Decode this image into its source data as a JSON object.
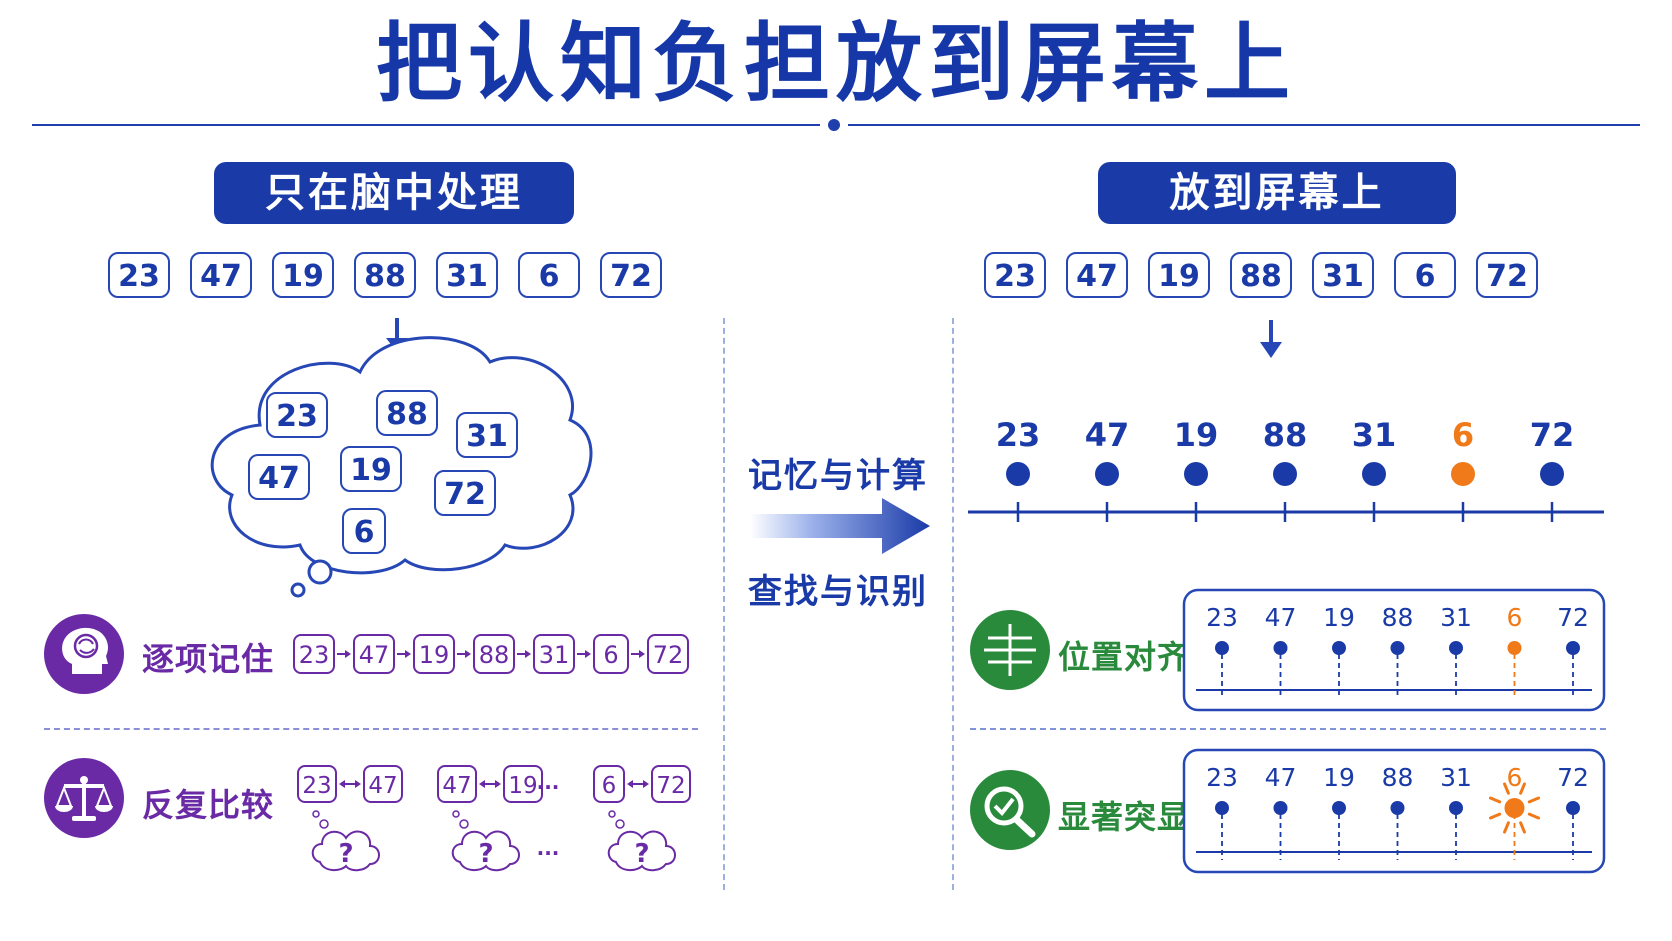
{
  "title": "把认知负担放到屏幕上",
  "left": {
    "header": "只在脑中处理",
    "numbers": [
      "23",
      "47",
      "19",
      "88",
      "31",
      "6",
      "72"
    ],
    "cloud_numbers": [
      "23",
      "88",
      "31",
      "47",
      "19",
      "72",
      "6"
    ],
    "memorize": {
      "label": "逐项记住",
      "sequence": [
        "23",
        "47",
        "19",
        "88",
        "31",
        "6",
        "72"
      ]
    },
    "compare": {
      "label": "反复比较",
      "pairs": [
        [
          "23",
          "47"
        ],
        [
          "47",
          "19"
        ],
        [
          "6",
          "72"
        ]
      ],
      "ellipsis": "···",
      "question": "?"
    }
  },
  "middle": {
    "top_label": "记忆与计算",
    "bottom_label": "查找与识别"
  },
  "right": {
    "header": "放到屏幕上",
    "numbers": [
      "23",
      "47",
      "19",
      "88",
      "31",
      "6",
      "72"
    ],
    "highlight_index": 5,
    "highlight_color": "#f07a1a",
    "align": {
      "label": "位置对齐"
    },
    "salient": {
      "label": "显著突显"
    }
  },
  "colors": {
    "primary": "#1a3aa8",
    "purple": "#6a2aa5",
    "green": "#2a8a3c",
    "orange": "#f07a1a"
  },
  "icons": {
    "brain": "brain-head-icon",
    "scale": "balance-scale-icon",
    "align": "alignment-grid-icon",
    "search": "search-check-icon"
  }
}
